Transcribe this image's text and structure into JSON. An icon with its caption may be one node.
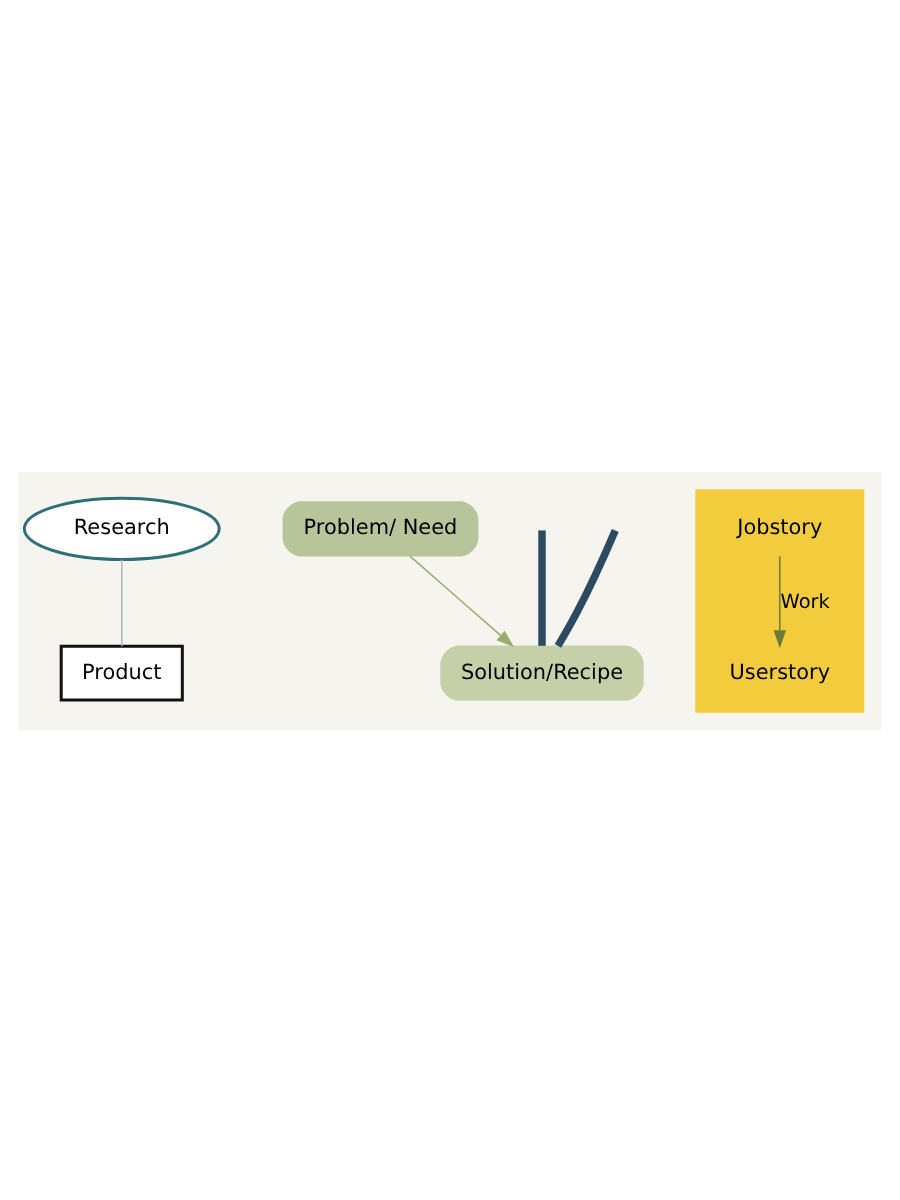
{
  "diagram": {
    "nodes": [
      {
        "text": [
          "Research"
        ]
      },
      {
        "text": [
          "Problem/ Need"
        ]
      },
      {
        "text": [],
        "shape": "bar"
      },
      {
        "text": [
          "Jobstory"
        ],
        "in": 2
      },
      {
        "text": [
          "Userstory"
        ],
        "in": 2
      },
      {
        "text": [
          "Solution/Recipe"
        ]
      },
      {
        "text": [
          "Product"
        ]
      }
    ],
    "edges": [
      {
        "from": 0,
        "to": 6,
        "arrow": "none",
        "color": "#a9b9bd"
      },
      {
        "from": 1,
        "to": 5,
        "arrow": "to",
        "color": "#9aab6c"
      },
      {
        "from": null,
        "to": 5,
        "arrow": "none",
        "style": "thick",
        "color": "#2d4a63"
      },
      {
        "from": null,
        "to": 5,
        "arrow": "none",
        "style": "thick",
        "color": "#2d4a63"
      },
      {
        "from": 3,
        "to": 4,
        "arrow": "to",
        "label": "Work",
        "color": "#6e7a3a"
      }
    ]
  }
}
